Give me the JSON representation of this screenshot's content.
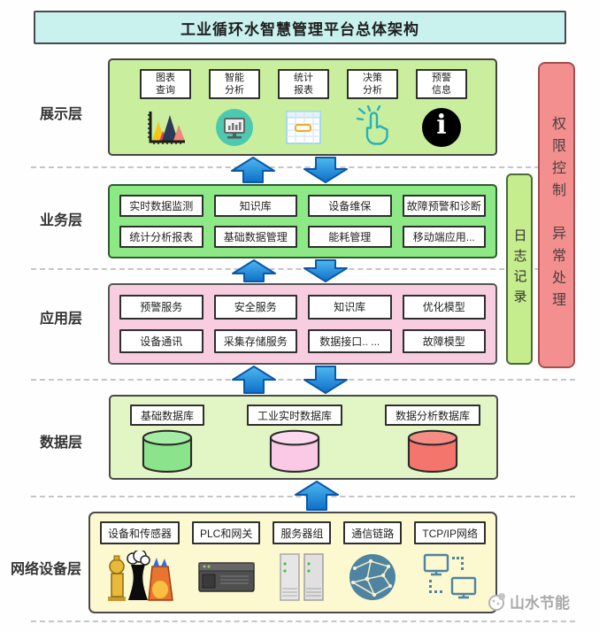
{
  "title": "工业循环水智慧管理平台总体架构",
  "layers": {
    "display": {
      "label": "展示层",
      "items": [
        {
          "line1": "图表",
          "line2": "查询",
          "icon": "bar-chart-icon"
        },
        {
          "line1": "智能",
          "line2": "分析",
          "icon": "monitor-analysis-icon"
        },
        {
          "line1": "统计",
          "line2": "报表",
          "icon": "spreadsheet-icon"
        },
        {
          "line1": "决策",
          "line2": "分析",
          "icon": "hand-click-icon"
        },
        {
          "line1": "预警",
          "line2": "信息",
          "icon": "info-icon"
        }
      ]
    },
    "business": {
      "label": "业务层",
      "items": [
        "实时数据监测",
        "知识库",
        "设备维保",
        "故障预警和诊断",
        "统计分析报表",
        "基础数据管理",
        "能耗管理",
        "移动端应用..."
      ]
    },
    "application": {
      "label": "应用层",
      "items": [
        "预警服务",
        "安全服务",
        "知识库",
        "优化模型",
        "设备通讯",
        "采集存储服务",
        "数据接口.. ...",
        "故障模型"
      ]
    },
    "data": {
      "label": "数据层",
      "items": [
        {
          "name": "基础数据库",
          "color": "#8be48b"
        },
        {
          "name": "工业实时数据库",
          "color": "#f9c9e5"
        },
        {
          "name": "数据分析数据库",
          "color": "#f4756b"
        }
      ]
    },
    "network": {
      "label": "网络设备层",
      "items": [
        {
          "name": "设备和传感器",
          "icon": "equipment-icon"
        },
        {
          "name": "PLC和网关",
          "icon": "plc-icon"
        },
        {
          "name": "服务器组",
          "icon": "server-rack-icon"
        },
        {
          "name": "通信链路",
          "icon": "globe-network-icon"
        },
        {
          "name": "TCP/IP网络",
          "icon": "computer-network-icon"
        }
      ]
    }
  },
  "side_bars": {
    "log": "日志记录",
    "auth": "权限控制",
    "exception": "异常处理"
  },
  "watermark": "山水节能",
  "colors": {
    "title_bg": "#c9f2ef",
    "display_bg": "#c9ef9e",
    "business_bg": "#8de986",
    "application_bg": "#f8cde0",
    "data_bg": "#e2f5c4",
    "network_bg": "#fcf8cf",
    "log_bar_bg": "#c6ed8d",
    "auth_bar_bg": "#f48f8f",
    "arrow_blue": "#1e8fe0",
    "cylinder_green": "#8be48b",
    "cylinder_pink": "#f9c9e5",
    "cylinder_red": "#f4756b"
  }
}
